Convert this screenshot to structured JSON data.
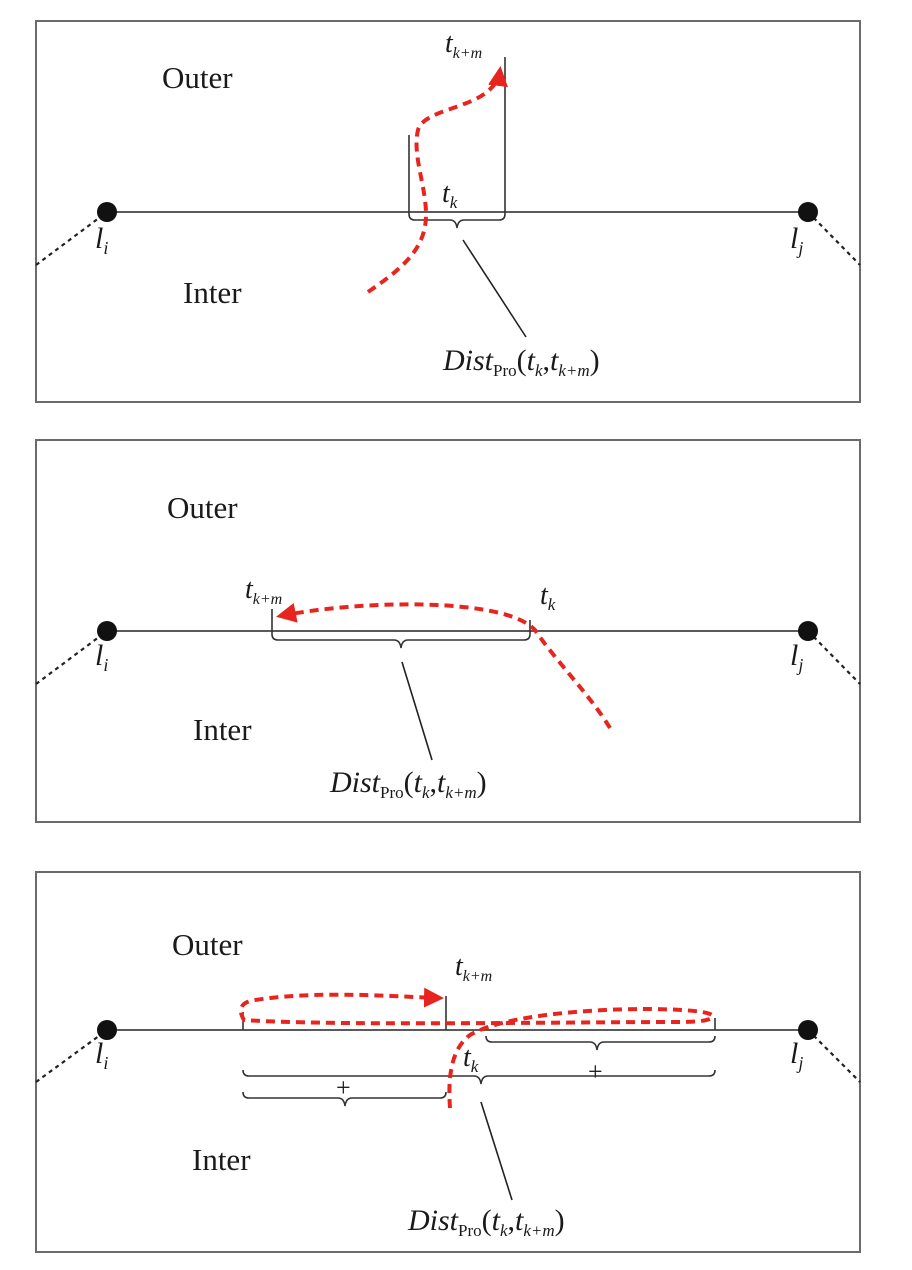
{
  "labels": {
    "outer": "Outer",
    "inter": "Inter",
    "node_i": {
      "base": "l",
      "sub": "i"
    },
    "node_j": {
      "base": "l",
      "sub": "j"
    },
    "tk": {
      "base": "t",
      "sub": "k"
    },
    "tkm": {
      "base": "t",
      "sub": "k+m"
    },
    "dist": {
      "base": "Dist",
      "sub": "Pro",
      "open": "(",
      "a_base": "t",
      "a_sub": "k",
      "comma": ",",
      "b_base": "t",
      "b_sub": "k+m",
      "close": ")"
    },
    "plus": "+"
  },
  "colors": {
    "trajectory": "#e8241e",
    "frame": "#6b6b6b",
    "line": "#5a5a5a",
    "node": "#111111"
  },
  "panels": [
    {
      "id": "panel-1",
      "case": "cross-and-return-outer"
    },
    {
      "id": "panel-2",
      "case": "cross-and-run-along"
    },
    {
      "id": "panel-3",
      "case": "opposite-directions-sum"
    }
  ]
}
